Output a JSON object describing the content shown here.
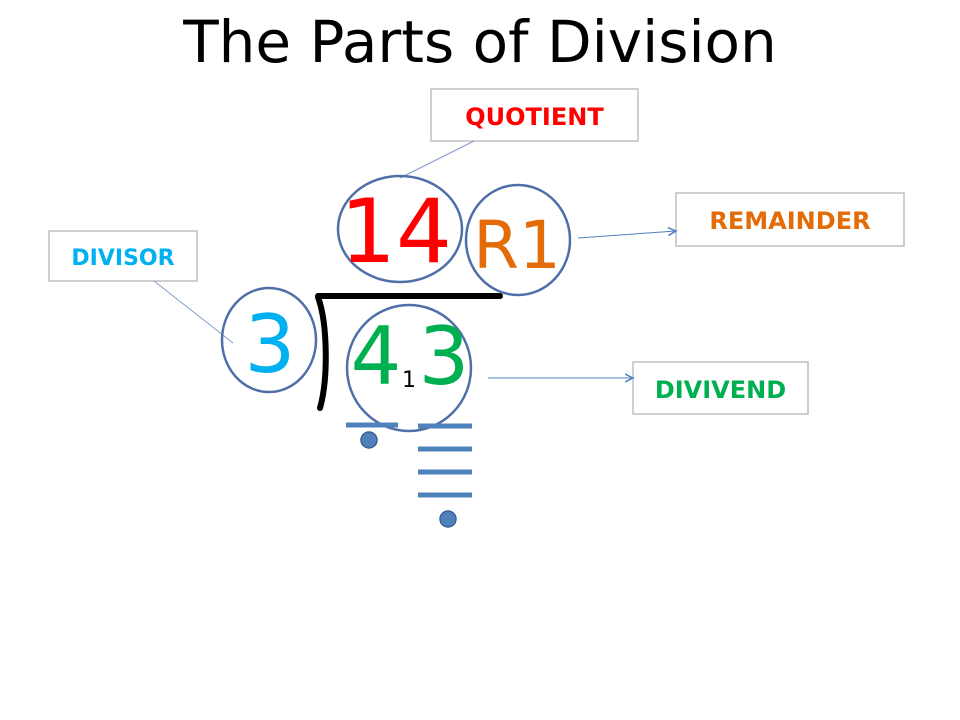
{
  "title": "The Parts of Division",
  "division": {
    "quotient": "14",
    "remainder": "R1",
    "divisor": "3",
    "dividend_first": "4",
    "carry": "1",
    "dividend_second": "3"
  },
  "labels": {
    "quotient": "QUOTIENT",
    "remainder": "REMAINDER",
    "divisor": "DIVISOR",
    "dividend": "DIVIVEND"
  },
  "colors": {
    "quotient": "#ff0000",
    "remainder": "#e36c09",
    "divisor": "#00b0f0",
    "dividend": "#00b050",
    "divisor_label": "#00b0f0",
    "dividend_label": "#00b050",
    "circle_stroke": "#4f6fa8",
    "arrow": "#4f81bd",
    "tally": "#4f81bd",
    "box_stroke": "#bfbfbf"
  }
}
